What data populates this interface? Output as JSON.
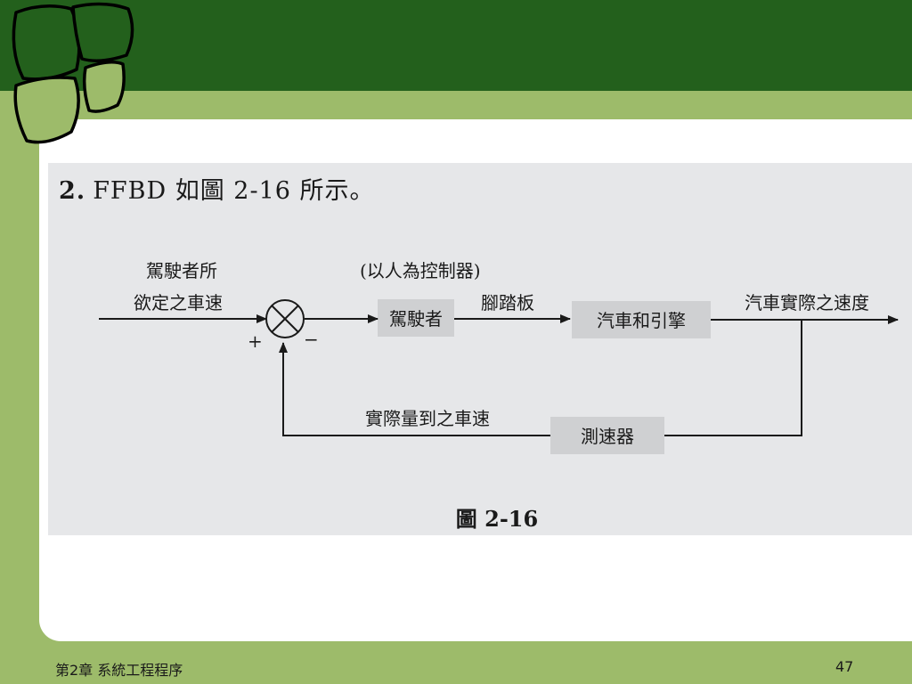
{
  "slide": {
    "heading_num": "2.",
    "heading_text": "FFBD 如圖 2-16 所示。",
    "footer_chapter": "第2章 系統工程程序",
    "page_number": "47"
  },
  "diagram": {
    "input_label_line1": "駕駛者所",
    "input_label_line2": "欲定之車速",
    "controller_note": "(以人為控制器)",
    "block_driver": "駕駛者",
    "signal_pedal": "腳踏板",
    "block_car": "汽車和引擎",
    "output_label": "汽車實際之速度",
    "feedback_label": "實際量到之車速",
    "block_sensor": "測速器",
    "plus_sign": "+",
    "minus_sign": "−",
    "caption": "圖 2-16"
  },
  "colors": {
    "dark_green": "#23601c",
    "light_green": "#9dbb6a",
    "figure_bg": "#e6e7e9",
    "block_fill": "#cfd0d2"
  }
}
